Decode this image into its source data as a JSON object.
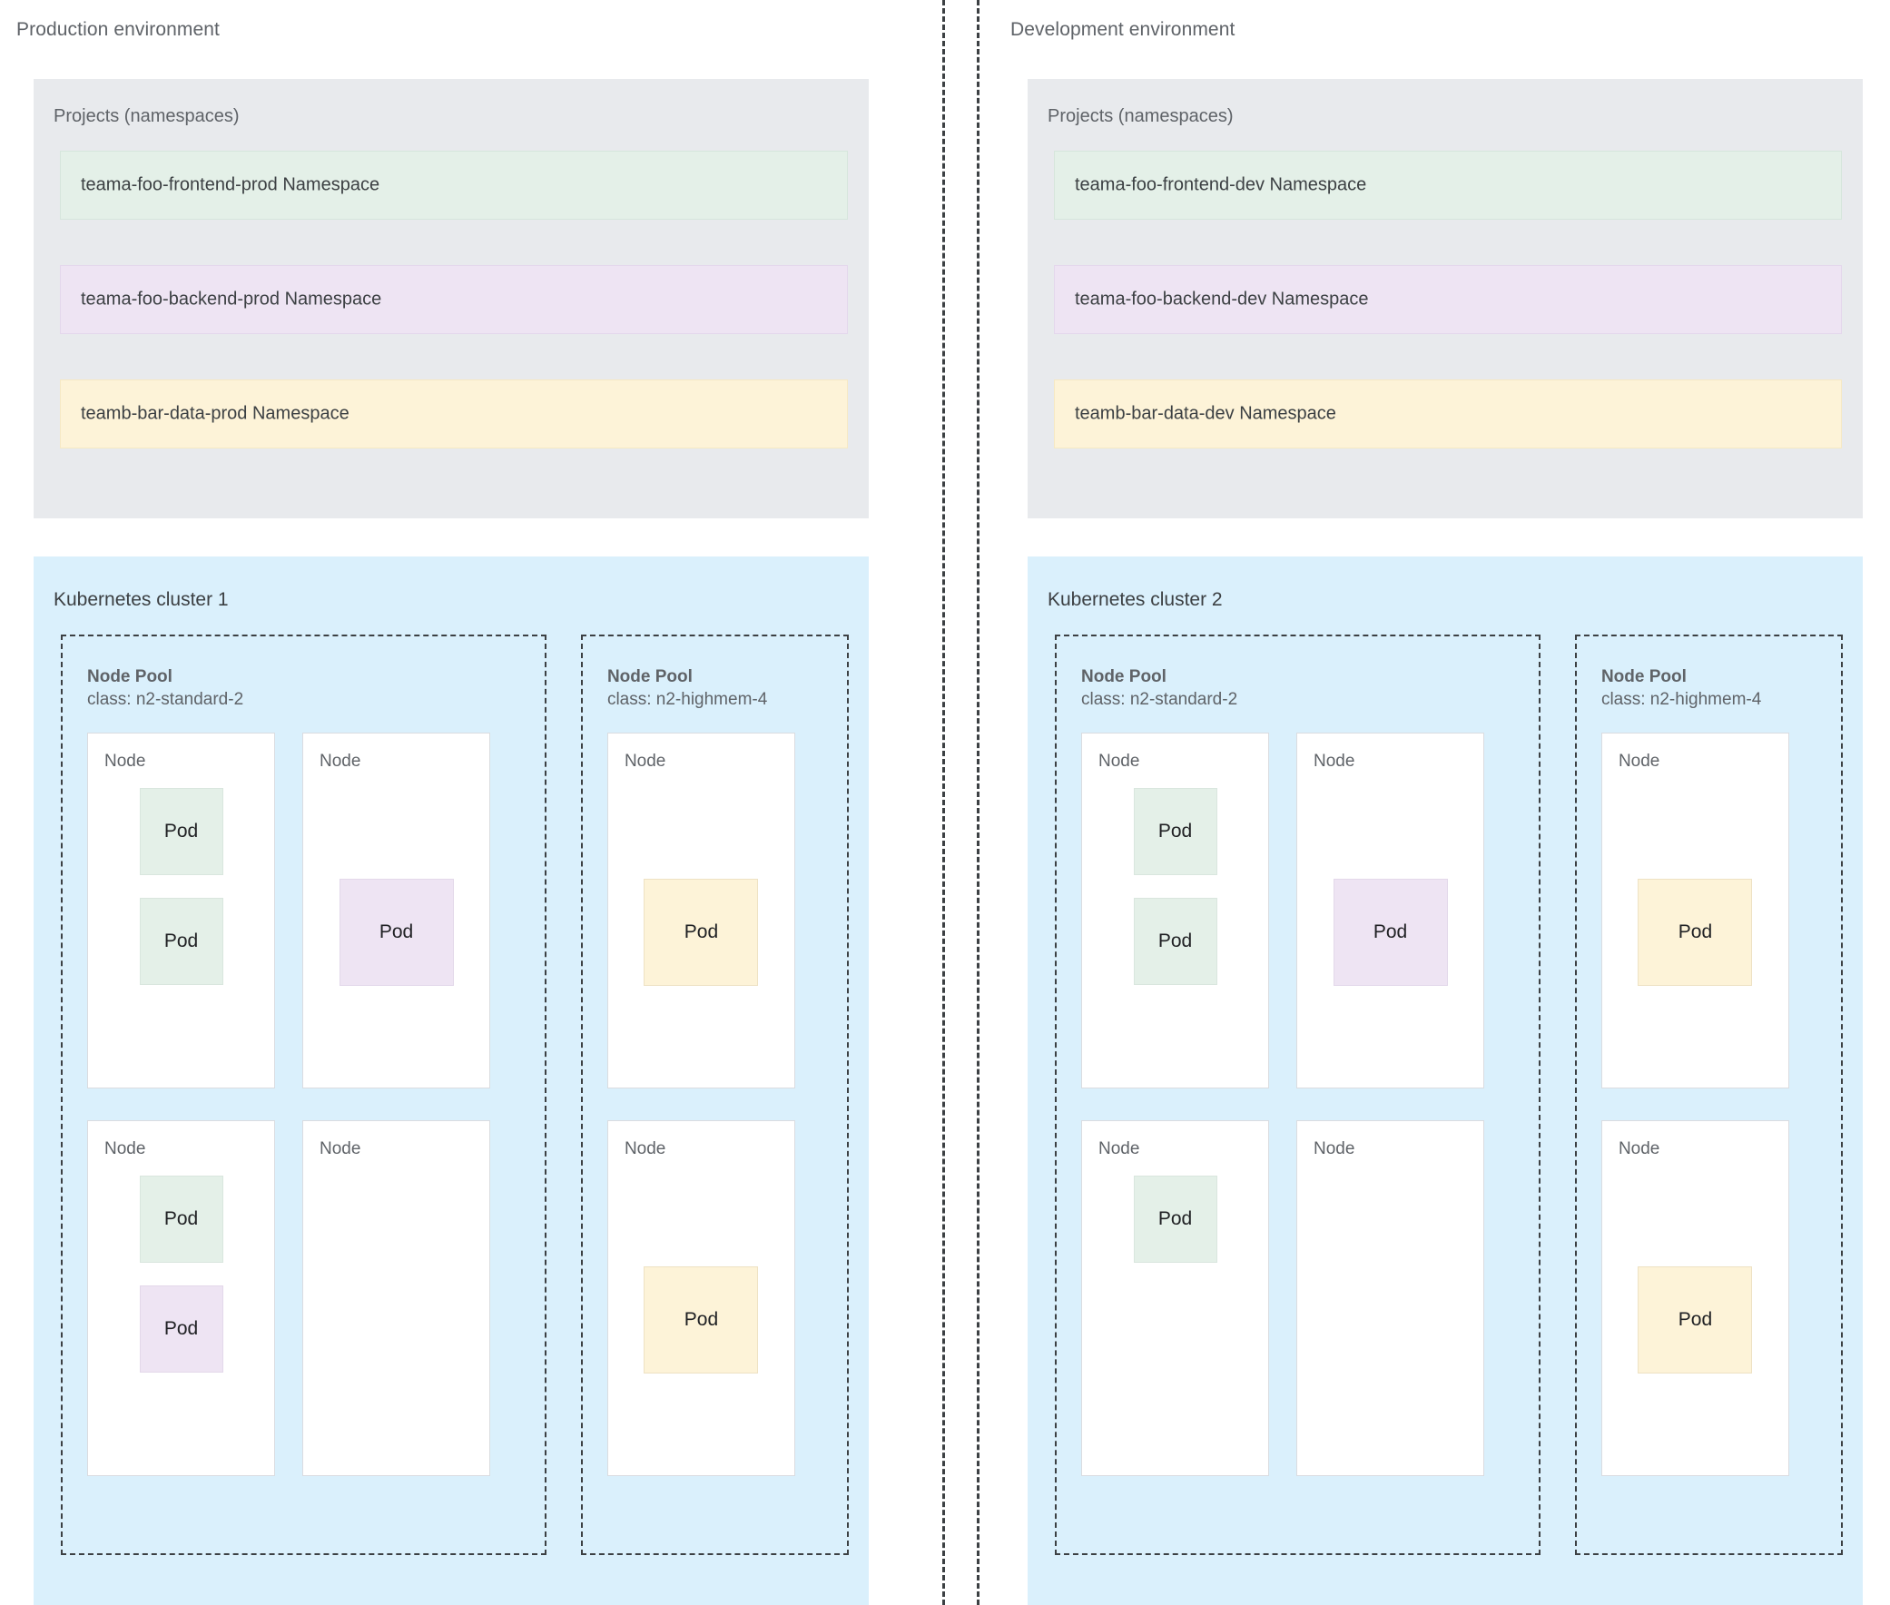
{
  "colors": {
    "namespace_green": "#e4f0e8",
    "namespace_purple": "#eee4f3",
    "namespace_yellow": "#fdf3d8",
    "projects_card": "#e8eaed",
    "cluster_card": "#daf0fc",
    "node_card": "#ffffff",
    "text": "#5f6368",
    "divider": "#3c4043"
  },
  "environments": [
    {
      "title": "Production environment",
      "projects": {
        "title": "Projects (namespaces)",
        "namespaces": [
          {
            "label": "teama-foo-frontend-prod Namespace",
            "color": "green"
          },
          {
            "label": "teama-foo-backend-prod Namespace",
            "color": "purple"
          },
          {
            "label": "teamb-bar-data-prod Namespace",
            "color": "yellow"
          }
        ]
      },
      "cluster": {
        "title": "Kubernetes cluster 1",
        "pools": [
          {
            "name": "Node Pool",
            "class": "class: n2-standard-2",
            "width": "wide",
            "nodes": [
              {
                "label": "Node",
                "align": "top",
                "pods": [
                  {
                    "label": "Pod",
                    "color": "green"
                  },
                  {
                    "label": "Pod",
                    "color": "green"
                  }
                ]
              },
              {
                "label": "Node",
                "align": "center",
                "pods": [
                  {
                    "label": "Pod",
                    "color": "purple",
                    "size": "lg"
                  }
                ]
              },
              {
                "label": "Node",
                "align": "top",
                "pods": [
                  {
                    "label": "Pod",
                    "color": "green"
                  },
                  {
                    "label": "Pod",
                    "color": "purple"
                  }
                ]
              },
              {
                "label": "Node",
                "align": "top",
                "pods": []
              }
            ]
          },
          {
            "name": "Node Pool",
            "class": "class: n2-highmem-4",
            "width": "narrow",
            "nodes": [
              {
                "label": "Node",
                "align": "center",
                "pods": [
                  {
                    "label": "Pod",
                    "color": "yellow",
                    "size": "lg"
                  }
                ]
              },
              {
                "label": "Node",
                "align": "center",
                "pods": [
                  {
                    "label": "Pod",
                    "color": "yellow",
                    "size": "lg"
                  }
                ]
              }
            ]
          }
        ]
      }
    },
    {
      "title": "Development environment",
      "projects": {
        "title": "Projects (namespaces)",
        "namespaces": [
          {
            "label": "teama-foo-frontend-dev Namespace",
            "color": "green"
          },
          {
            "label": "teama-foo-backend-dev Namespace",
            "color": "purple"
          },
          {
            "label": "teamb-bar-data-dev Namespace",
            "color": "yellow"
          }
        ]
      },
      "cluster": {
        "title": "Kubernetes cluster 2",
        "pools": [
          {
            "name": "Node Pool",
            "class": "class: n2-standard-2",
            "width": "wide",
            "nodes": [
              {
                "label": "Node",
                "align": "top",
                "pods": [
                  {
                    "label": "Pod",
                    "color": "green"
                  },
                  {
                    "label": "Pod",
                    "color": "green"
                  }
                ]
              },
              {
                "label": "Node",
                "align": "center",
                "pods": [
                  {
                    "label": "Pod",
                    "color": "purple",
                    "size": "lg"
                  }
                ]
              },
              {
                "label": "Node",
                "align": "top",
                "pods": [
                  {
                    "label": "Pod",
                    "color": "green"
                  }
                ]
              },
              {
                "label": "Node",
                "align": "top",
                "pods": []
              }
            ]
          },
          {
            "name": "Node Pool",
            "class": "class: n2-highmem-4",
            "width": "narrow",
            "nodes": [
              {
                "label": "Node",
                "align": "center",
                "pods": [
                  {
                    "label": "Pod",
                    "color": "yellow",
                    "size": "lg"
                  }
                ]
              },
              {
                "label": "Node",
                "align": "center",
                "pods": [
                  {
                    "label": "Pod",
                    "color": "yellow",
                    "size": "lg"
                  }
                ]
              }
            ]
          }
        ]
      }
    }
  ]
}
